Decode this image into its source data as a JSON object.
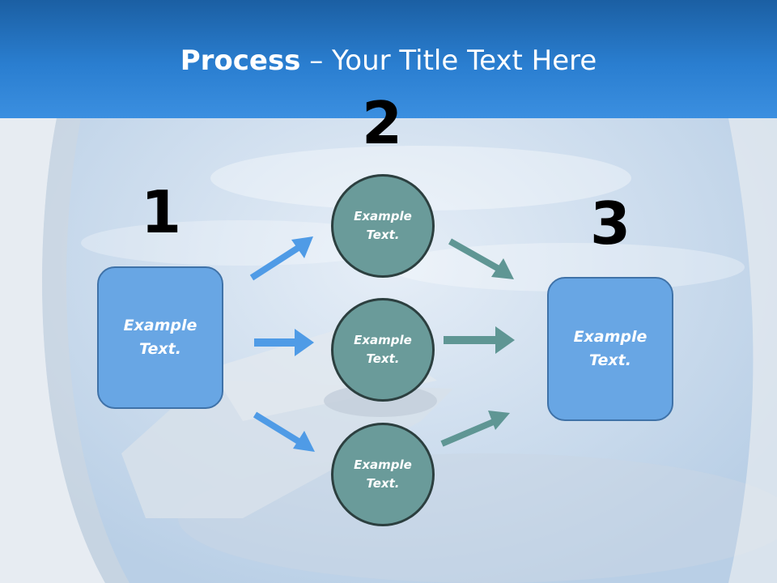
{
  "title": {
    "bold": "Process",
    "rest": " – Your Title Text Here"
  },
  "steps": {
    "one": "1",
    "two": "2",
    "three": "3"
  },
  "nodes": {
    "left_box": "Example\nText.",
    "circle_top": "Example\nText.",
    "circle_middle": "Example\nText.",
    "circle_bottom": "Example\nText.",
    "right_box": "Example\nText."
  },
  "colors": {
    "header": "#2a7ed0",
    "box_fill": "#68a6e4",
    "circle_fill": "#6a9b9a",
    "left_arrows": "#4f9be6",
    "right_arrows": "#5f9694"
  }
}
